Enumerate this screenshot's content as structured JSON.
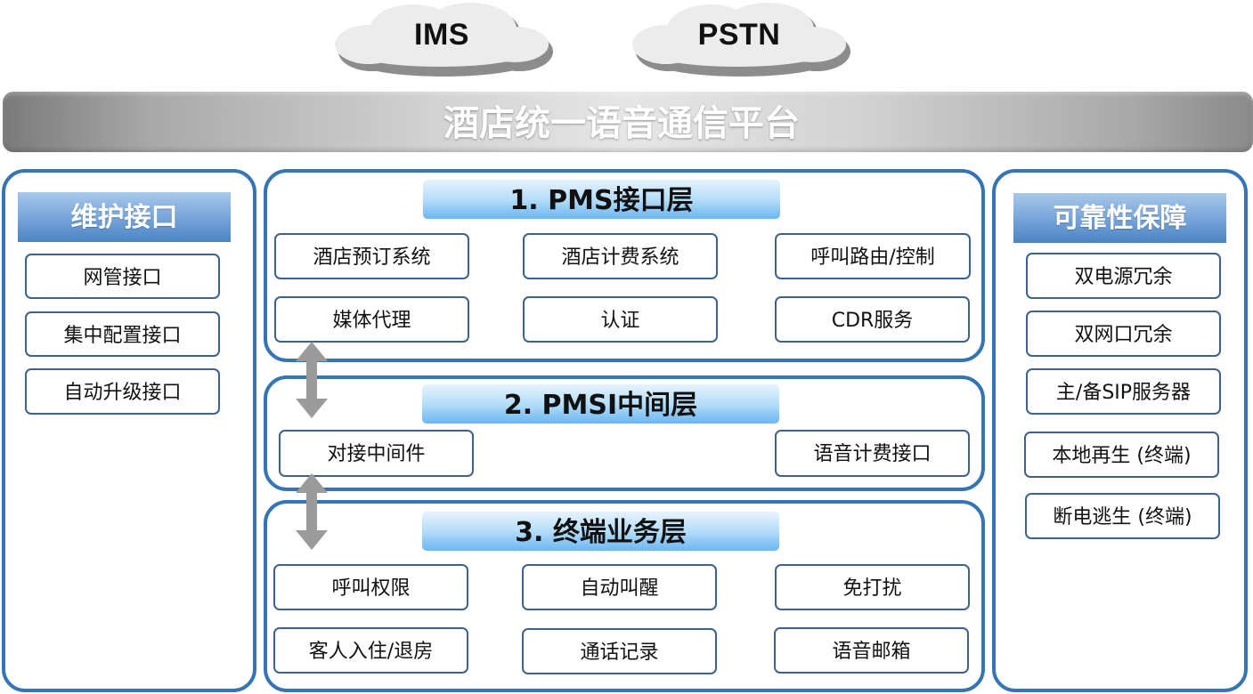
{
  "clouds": [
    {
      "label": "IMS"
    },
    {
      "label": "PSTN"
    }
  ],
  "banner": {
    "title": "酒店统一语音通信平台"
  },
  "left_panel": {
    "title": "维护接口",
    "items": [
      "网管接口",
      "集中配置接口",
      "自动升级接口"
    ]
  },
  "right_panel": {
    "title": "可靠性保障",
    "items": [
      "双电源冗余",
      "双网口冗余",
      "主/备SIP服务器",
      "本地再生 (终端)",
      "断电逃生 (终端)"
    ]
  },
  "layers": [
    {
      "title": "1. PMS接口层",
      "items": [
        "酒店预订系统",
        "酒店计费系统",
        "呼叫路由/控制",
        "媒体代理",
        "认证",
        "CDR服务"
      ]
    },
    {
      "title": "2. PMSI中间层",
      "items": [
        "对接中间件",
        "语音计费接口"
      ]
    },
    {
      "title": "3. 终端业务层",
      "items": [
        "呼叫权限",
        "自动叫醒",
        "免打扰",
        "客人入住/退房",
        "通话记录",
        "语音邮箱"
      ]
    }
  ],
  "colors": {
    "panel_border": "#3574b5",
    "box_border": "#3c628d",
    "arrow": "#9b9b9b"
  }
}
